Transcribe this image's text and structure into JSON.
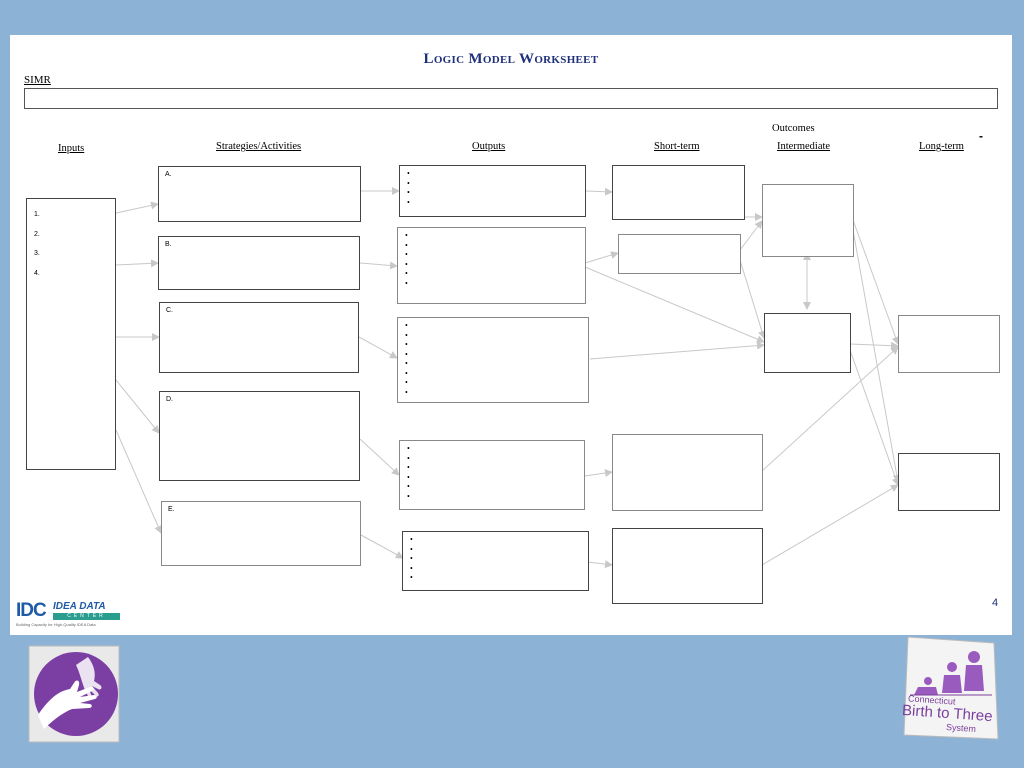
{
  "worksheet": {
    "title": "Logic Model Worksheet",
    "simr_label": "SIMR",
    "page_number": "4"
  },
  "columns": {
    "inputs": "Inputs",
    "strategies": "Strategies/Activities",
    "outputs": "Outputs",
    "outcomes": "Outcomes",
    "short_term": "Short-term",
    "intermediate": "Intermediate",
    "long_term": "Long-term"
  },
  "input_items": [
    "1.",
    "2.",
    "3.",
    "4."
  ],
  "strategy_labels": [
    "A.",
    "B.",
    "C.",
    "D.",
    "E."
  ],
  "output_bullets": [
    "•\n•\n•\n•",
    "•\n•\n•\n•\n•\n•",
    "•\n•\n•\n•\n•\n•\n•\n•",
    "•\n•\n•\n•\n•\n•",
    "•\n•\n•\n•\n•"
  ],
  "stray_mark": "-",
  "logos": {
    "idc_mark": "IDC",
    "idc_name": "IDEA DATA",
    "idc_sub": "CENTER",
    "idc_tagline": "Building Capacity for High-Quality IDEA Data",
    "ct_line1": "Connecticut",
    "ct_line2": "Birth to Three",
    "ct_line3": "System"
  },
  "colors": {
    "background": "#8cb2d6",
    "title": "#1f2f7a",
    "arrow": "#c8c8c8",
    "purple": "#7a3f9d"
  }
}
